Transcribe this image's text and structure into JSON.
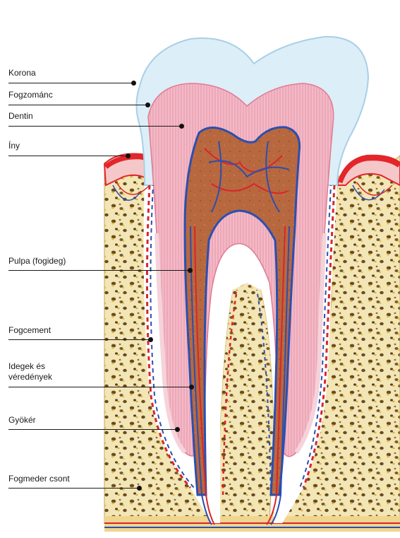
{
  "labels": [
    {
      "id": "korona",
      "text": "Korona"
    },
    {
      "id": "fogzomanc",
      "text": "Fogzománc"
    },
    {
      "id": "dentin",
      "text": "Dentin"
    },
    {
      "id": "iny",
      "text": "Íny"
    },
    {
      "id": "pulpa",
      "text": "Pulpa (fogideg)"
    },
    {
      "id": "fogcement",
      "text": "Fogcement"
    },
    {
      "id": "idegek",
      "text": "Idegek és véredények"
    },
    {
      "id": "gyoker",
      "text": "Gyökér"
    },
    {
      "id": "fogmeder",
      "text": "Fogmeder csont"
    }
  ],
  "colors": {
    "enamel": "#dceef8",
    "dentin": "#f2b2c0",
    "pulp": "#b9683f",
    "bone": "#f1e3b0",
    "gum": "#e2262a",
    "artery": "#d8262a",
    "vein": "#2b4fb0"
  }
}
